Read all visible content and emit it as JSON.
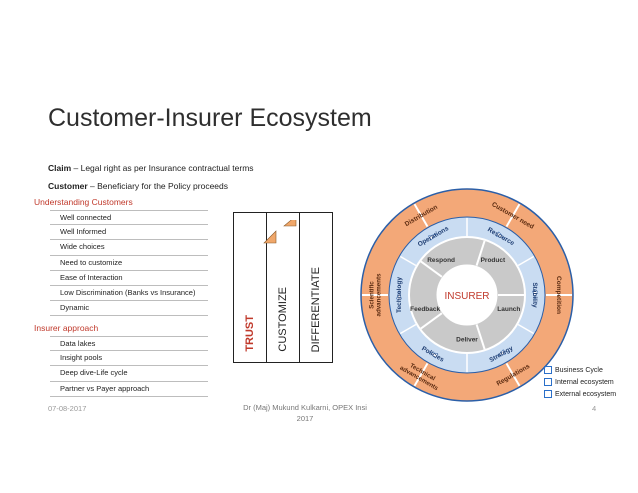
{
  "title": "Customer-Insurer Ecosystem",
  "definitions": [
    {
      "term": "Claim",
      "text": " – Legal right as per Insurance contractual terms"
    },
    {
      "term": "Customer",
      "text": " – Beneficiary for the Policy proceeds"
    }
  ],
  "understanding": {
    "heading": "Understanding Customers",
    "items": [
      "Well connected",
      "Well Informed",
      "Wide choices",
      "Need to customize",
      "Ease of Interaction",
      "Low Discrimination (Banks vs Insurance)",
      "Dynamic"
    ]
  },
  "approach": {
    "heading": "Insurer approach",
    "items": [
      "Data lakes",
      "Insight pools",
      "Deep dive-Life cycle",
      "Partner vs Payer approach"
    ]
  },
  "bars": [
    {
      "label": "TRUST",
      "color": "#c0392b"
    },
    {
      "label": "CUSTOMIZE",
      "color": "#222222"
    },
    {
      "label": "DIFFERENTIATE",
      "color": "#222222"
    }
  ],
  "arrow_color": "#f0a76a",
  "ecosystem": {
    "center": "INSURER",
    "inner": [
      "Respond",
      "Product",
      "Launch",
      "Deliver",
      "Feedback"
    ],
    "middle": [
      "Operations",
      "Resource",
      "Stability",
      "Strategy",
      "Policies",
      "Technology"
    ],
    "outer": [
      "Distribution",
      "Customer need",
      "Competition",
      "Regulations",
      "Technical advancements",
      "Scientific advancements"
    ],
    "colors": {
      "outer": "#f3a878",
      "middle": "#c9dcf2",
      "inner": "#c9c9c9",
      "center": "#ffffff",
      "center_text": "#c0392b",
      "outline": "#2b5fa8"
    }
  },
  "legend": [
    "Business Cycle",
    "Internal ecosystem",
    "External ecosystem"
  ],
  "footer": {
    "date": "07-08-2017",
    "author_line1": "Dr (Maj) Mukund Kulkarni, OPEX Insi",
    "author_line2": "2017",
    "page": "4"
  }
}
